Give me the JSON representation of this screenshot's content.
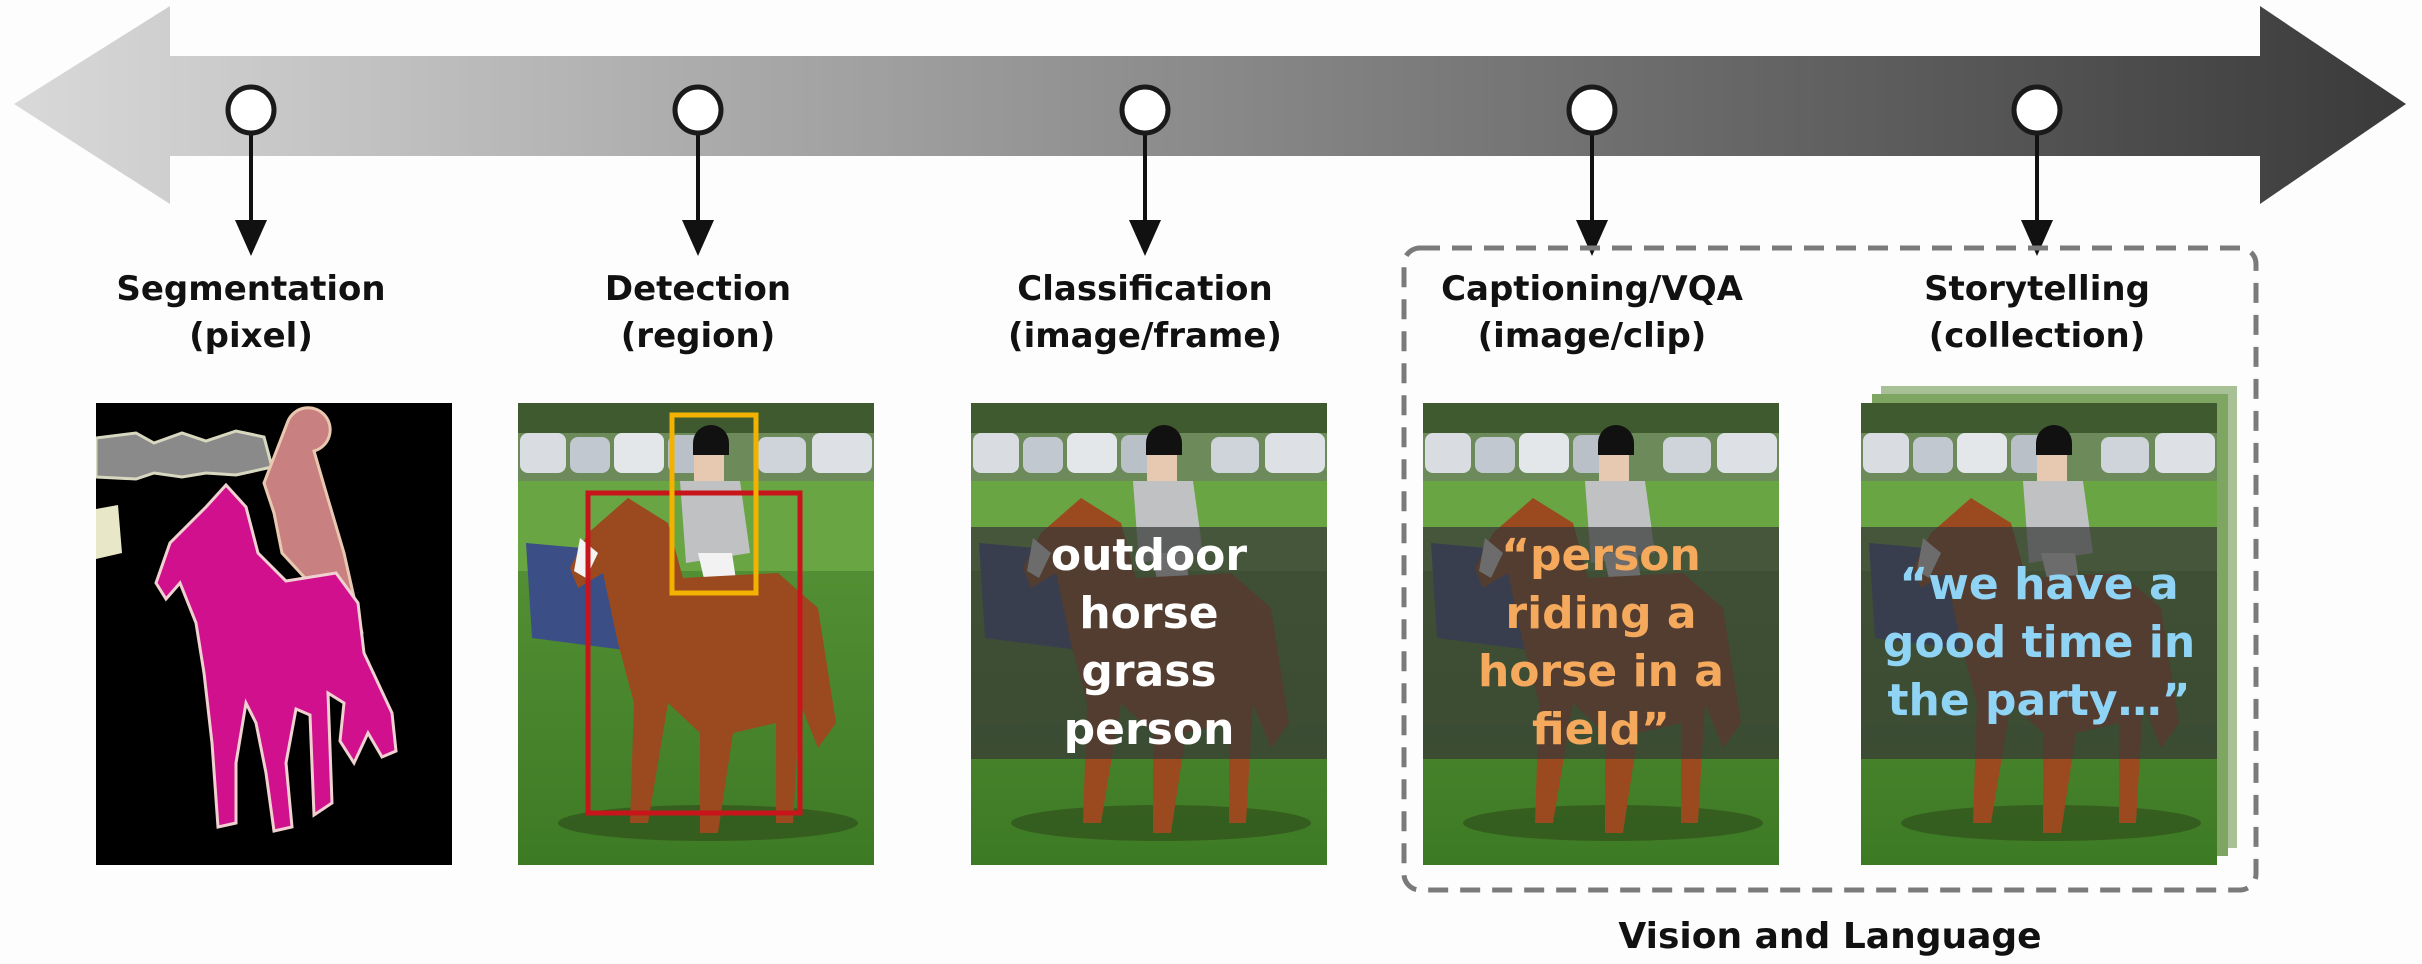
{
  "stages": [
    {
      "title": "Segmentation",
      "sub": "(pixel)"
    },
    {
      "title": "Detection",
      "sub": "(region)"
    },
    {
      "title": "Classification",
      "sub": "(image/frame)"
    },
    {
      "title": "Captioning/VQA",
      "sub": "(image/clip)"
    },
    {
      "title": "Storytelling",
      "sub": "(collection)"
    }
  ],
  "classification_tags": [
    "outdoor",
    "horse",
    "grass",
    "person"
  ],
  "caption_text": "“person riding a horse in a field”",
  "story_text": "“we have a good time in the party…”",
  "group_label": "Vision and Language",
  "colors": {
    "segmentation_horse": "#d0108c",
    "segmentation_person": "#c98080",
    "detection_horse_box": "#c8151b",
    "detection_person_box": "#f3b200",
    "caption_text": "#f5a95c",
    "story_text": "#8fd3f5"
  }
}
